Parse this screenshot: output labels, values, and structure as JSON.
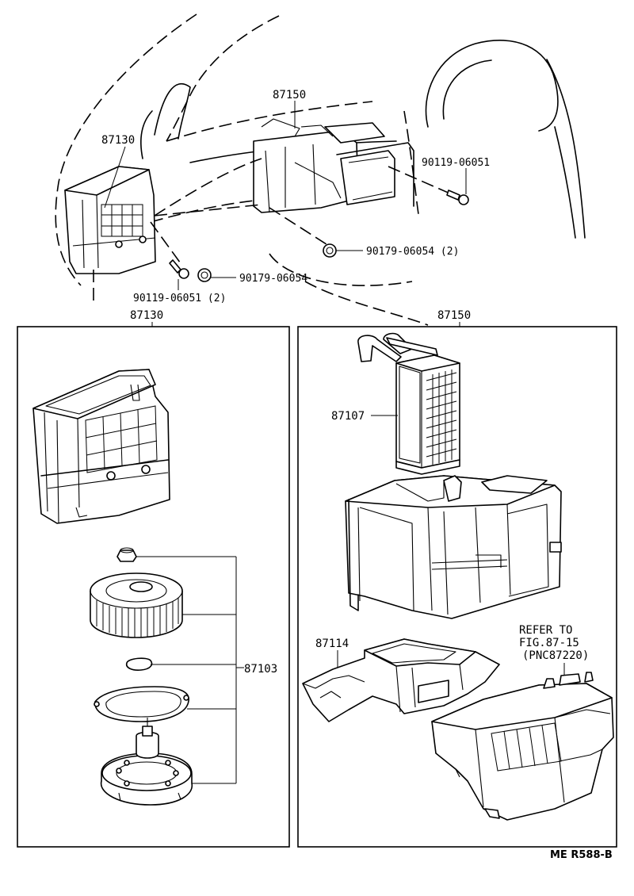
{
  "labels": {
    "top_heater_unit": "87150",
    "top_blower_unit": "87130",
    "bolt_right": "90119-06051",
    "nut_right": "90179-06054 (2)",
    "bolt_left": "90119-06051 (2)",
    "nut_left": "90179-06054",
    "box_left_title": "87130",
    "box_right_title": "87150",
    "heater_core": "87107",
    "blower_motor_assy": "87103",
    "duct": "87114",
    "refer_line1": "REFER TO",
    "refer_line2": "FIG.87-15",
    "refer_line3": "(PNC87220)",
    "footer_code": "ME R588-B"
  }
}
